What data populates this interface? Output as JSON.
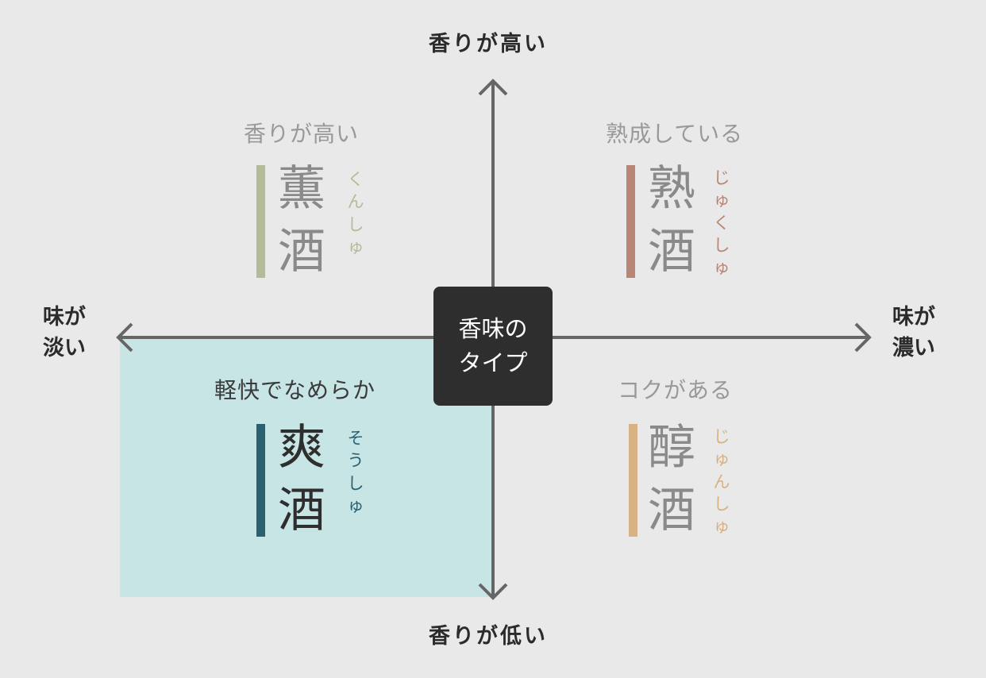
{
  "axes": {
    "top": "香りが高い",
    "bottom": "香りが低い",
    "left_line1": "味が",
    "left_line2": "淡い",
    "right_line1": "味が",
    "right_line2": "濃い"
  },
  "center": {
    "line1": "香味の",
    "line2": "タイプ"
  },
  "quadrants": {
    "kunshu": {
      "description": "香りが高い",
      "char1": "薫",
      "char2": "酒",
      "reading": "くんしゅ",
      "bar_color": "#b2bc98",
      "reading_color": "#b2bc98"
    },
    "jukushu": {
      "description": "熟成している",
      "char1": "熟",
      "char2": "酒",
      "reading": "じゅくしゅ",
      "bar_color": "#b98676",
      "reading_color": "#b98676"
    },
    "soushu": {
      "description": "軽快でなめらか",
      "char1": "爽",
      "char2": "酒",
      "reading": "そうしゅ",
      "bar_color": "#2a6170",
      "reading_color": "#2a6170",
      "highlight_color": "#c8e5e6"
    },
    "junshu": {
      "description": "コクがある",
      "char1": "醇",
      "char2": "酒",
      "reading": "じゅんしゅ",
      "bar_color": "#d8b184",
      "reading_color": "#d8b184"
    }
  },
  "colors": {
    "background": "#e9e9e9",
    "axis": "#666666",
    "center_box": "#2e2e2e"
  }
}
